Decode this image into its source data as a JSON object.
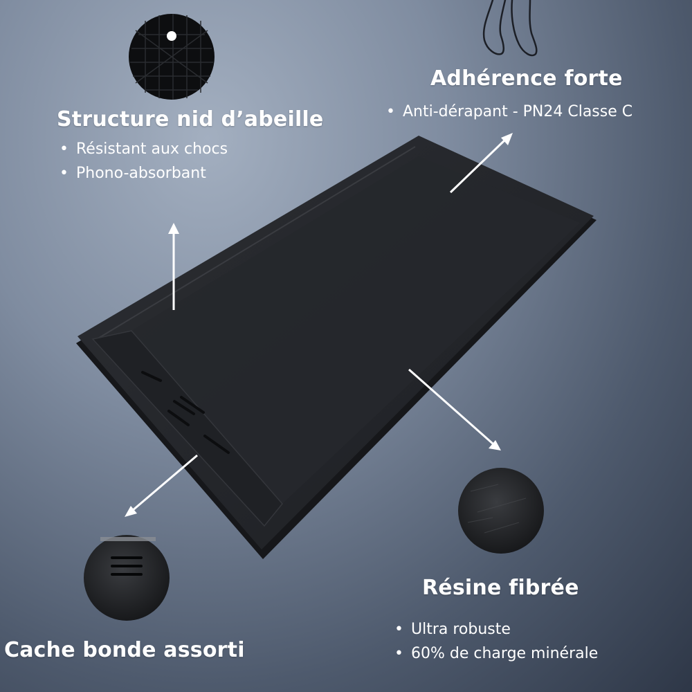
{
  "features": {
    "structure": {
      "title": "Structure nid d’abeille",
      "bullets": [
        "Résistant aux chocs",
        "Phono-absorbant"
      ]
    },
    "adherence": {
      "title": "Adhérence forte",
      "bullets": [
        "Anti-dérapant - PN24 Classe C"
      ]
    },
    "resine": {
      "title": "Résine fibrée",
      "bullets": [
        "Ultra robuste",
        "60% de charge minérale"
      ]
    },
    "cache": {
      "title": "Cache bonde assorti"
    }
  },
  "colors": {
    "text": "#ffffff",
    "tray": "#232529",
    "background_dark": "#2e3747",
    "background_light": "#a3afc0"
  },
  "icons": [
    "honeycomb-detail-icon",
    "feet-icon",
    "drain-cover-detail-icon",
    "resin-texture-icon"
  ]
}
